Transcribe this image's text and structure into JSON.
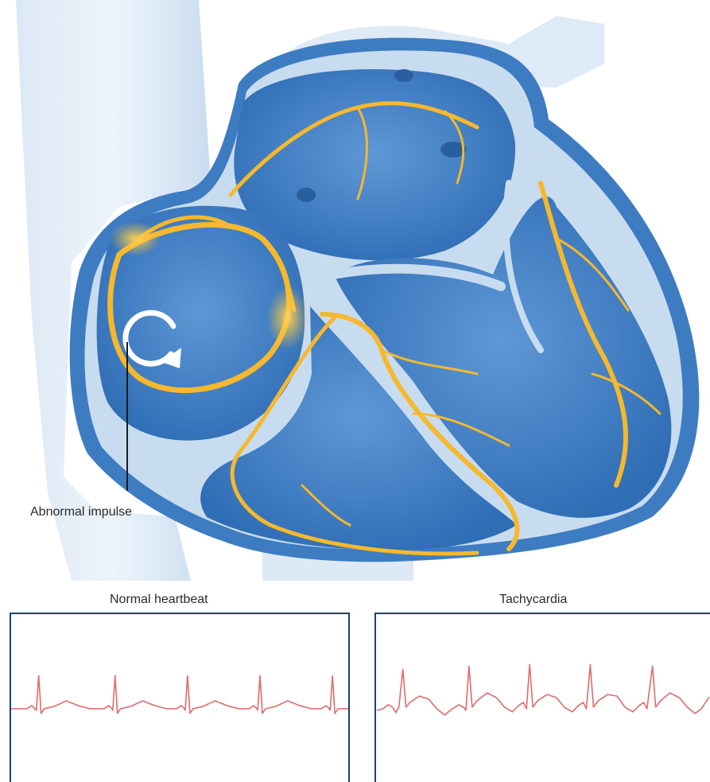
{
  "diagram": {
    "callout_label": "Abnormal impulse",
    "colors": {
      "heart_blue": "#3f7fc6",
      "chamber_light": "#c7dcf0",
      "conduction_yellow": "#f5b82e",
      "impulse_arrow": "#ffffff",
      "ecg_trace": "#e06a6a",
      "panel_border": "#1e3f6b"
    },
    "icons": [
      "circular-arrow-icon"
    ]
  },
  "ecg": {
    "normal_title": "Normal heartbeat",
    "tachycardia_title": "Tachycardia"
  }
}
